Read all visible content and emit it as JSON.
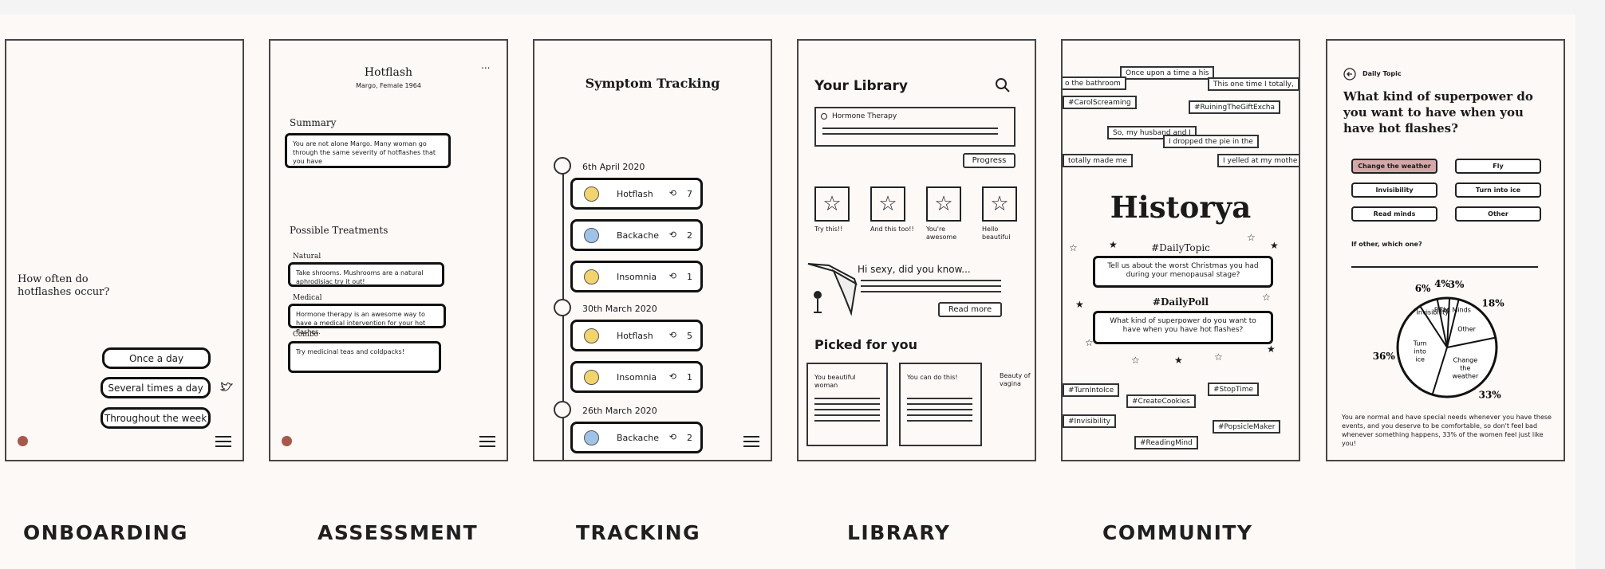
{
  "captions": {
    "onboarding": "ONBOARDING",
    "assessment": "ASSESSMENT",
    "tracking": "TRACKING",
    "library": "LIBRARY",
    "community": "COMMUNITY"
  },
  "onboarding": {
    "question": "How often do hotflashes occur?",
    "options": [
      "Once a day",
      "Several times a day",
      "Throughout the week"
    ]
  },
  "assessment": {
    "title": "Hotflash",
    "subtitle": "Margo, Female 1964",
    "more": "...",
    "summary_heading": "Summary",
    "summary_text": "You are not alone Margo. Many woman go through the same severity of hotflashes that you have",
    "treatments_heading": "Possible Treatments",
    "treatments": [
      {
        "label": "Natural",
        "text": "Take shrooms. Mushrooms are a natural aphrodisiac try it out!"
      },
      {
        "label": "Medical",
        "text": "Hormone therapy is an awesome way to have a medical intervention for your hot flashes."
      },
      {
        "label": "Combo",
        "text": "Try medicinal teas and coldpacks!"
      }
    ]
  },
  "tracking": {
    "title": "Symptom Tracking",
    "dates": [
      "6th April 2020",
      "30th March 2020",
      "26th March 2020"
    ],
    "entries": [
      {
        "label": "Hotflash",
        "count": "7",
        "emoji": "😓"
      },
      {
        "label": "Backache",
        "count": "2",
        "emoji": "😨"
      },
      {
        "label": "Insomnia",
        "count": "1",
        "emoji": "😩"
      },
      {
        "label": "Hotflash",
        "count": "5",
        "emoji": "😓"
      },
      {
        "label": "Insomnia",
        "count": "1",
        "emoji": "😩"
      },
      {
        "label": "Backache",
        "count": "2",
        "emoji": "😨"
      }
    ]
  },
  "library": {
    "title": "Your Library",
    "item": "Hormone Therapy",
    "progress": "Progress",
    "stars": [
      "Try this!!",
      "And this too!!",
      "You're awesome",
      "Hello beautiful"
    ],
    "article": "Hi sexy, did you know...",
    "read_more": "Read more",
    "picked_heading": "Picked for you",
    "picked": [
      "You beautiful woman",
      "You can do this!",
      "Beauty of vagina"
    ]
  },
  "community": {
    "brand": "Historya",
    "daily_topic_label": "#DailyTopic",
    "daily_topic_text": "Tell us about the worst Christmas you had during your menopausal stage?",
    "daily_poll_label": "#DailyPoll",
    "daily_poll_text": "What kind of superpower do you want to have when you have hot flashes?",
    "top_tags": [
      "Once upon a time a his",
      "o the bathroom",
      "This one time I totally,",
      "#CarolScreaming",
      "#RuiningTheGiftExcha",
      "So, my husband and I",
      "I dropped the pie in the",
      "totally made me",
      "I yelled at my mothe"
    ],
    "bottom_tags": [
      "#TurnIntoIce",
      "#StopTime",
      "#CreateCookies",
      "#Invisibility",
      "#PopsicleMaker",
      "#ReadingMind"
    ]
  },
  "daily": {
    "back_label": "Daily Topic",
    "question": "What kind of superpower do you want to have when you have hot flashes?",
    "options": [
      "Change the weather",
      "Fly",
      "Invisibility",
      "Turn into ice",
      "Read minds",
      "Other"
    ],
    "other_prompt": "If other, which one?",
    "footer": "You are normal and have special needs whenever you have these events, and you deserve to be comfortable, so don't feel bad whenever something happens, 33% of the women feel just like you!",
    "colors": {
      "selected": "#d4a8a8"
    }
  },
  "chart_data": {
    "type": "pie",
    "categories": [
      "Change the weather",
      "Turn into ice",
      "Invisibility",
      "Fly",
      "Read Minds",
      "Other"
    ],
    "values": [
      33,
      36,
      6,
      4,
      3,
      18
    ],
    "labels": [
      "33%",
      "36%",
      "6%",
      "4%",
      "3%",
      "18%"
    ],
    "slice_labels": [
      "Change the weather",
      "Turn into ice",
      "Invisibility",
      "Fly",
      "Read Minds",
      "Other"
    ]
  }
}
